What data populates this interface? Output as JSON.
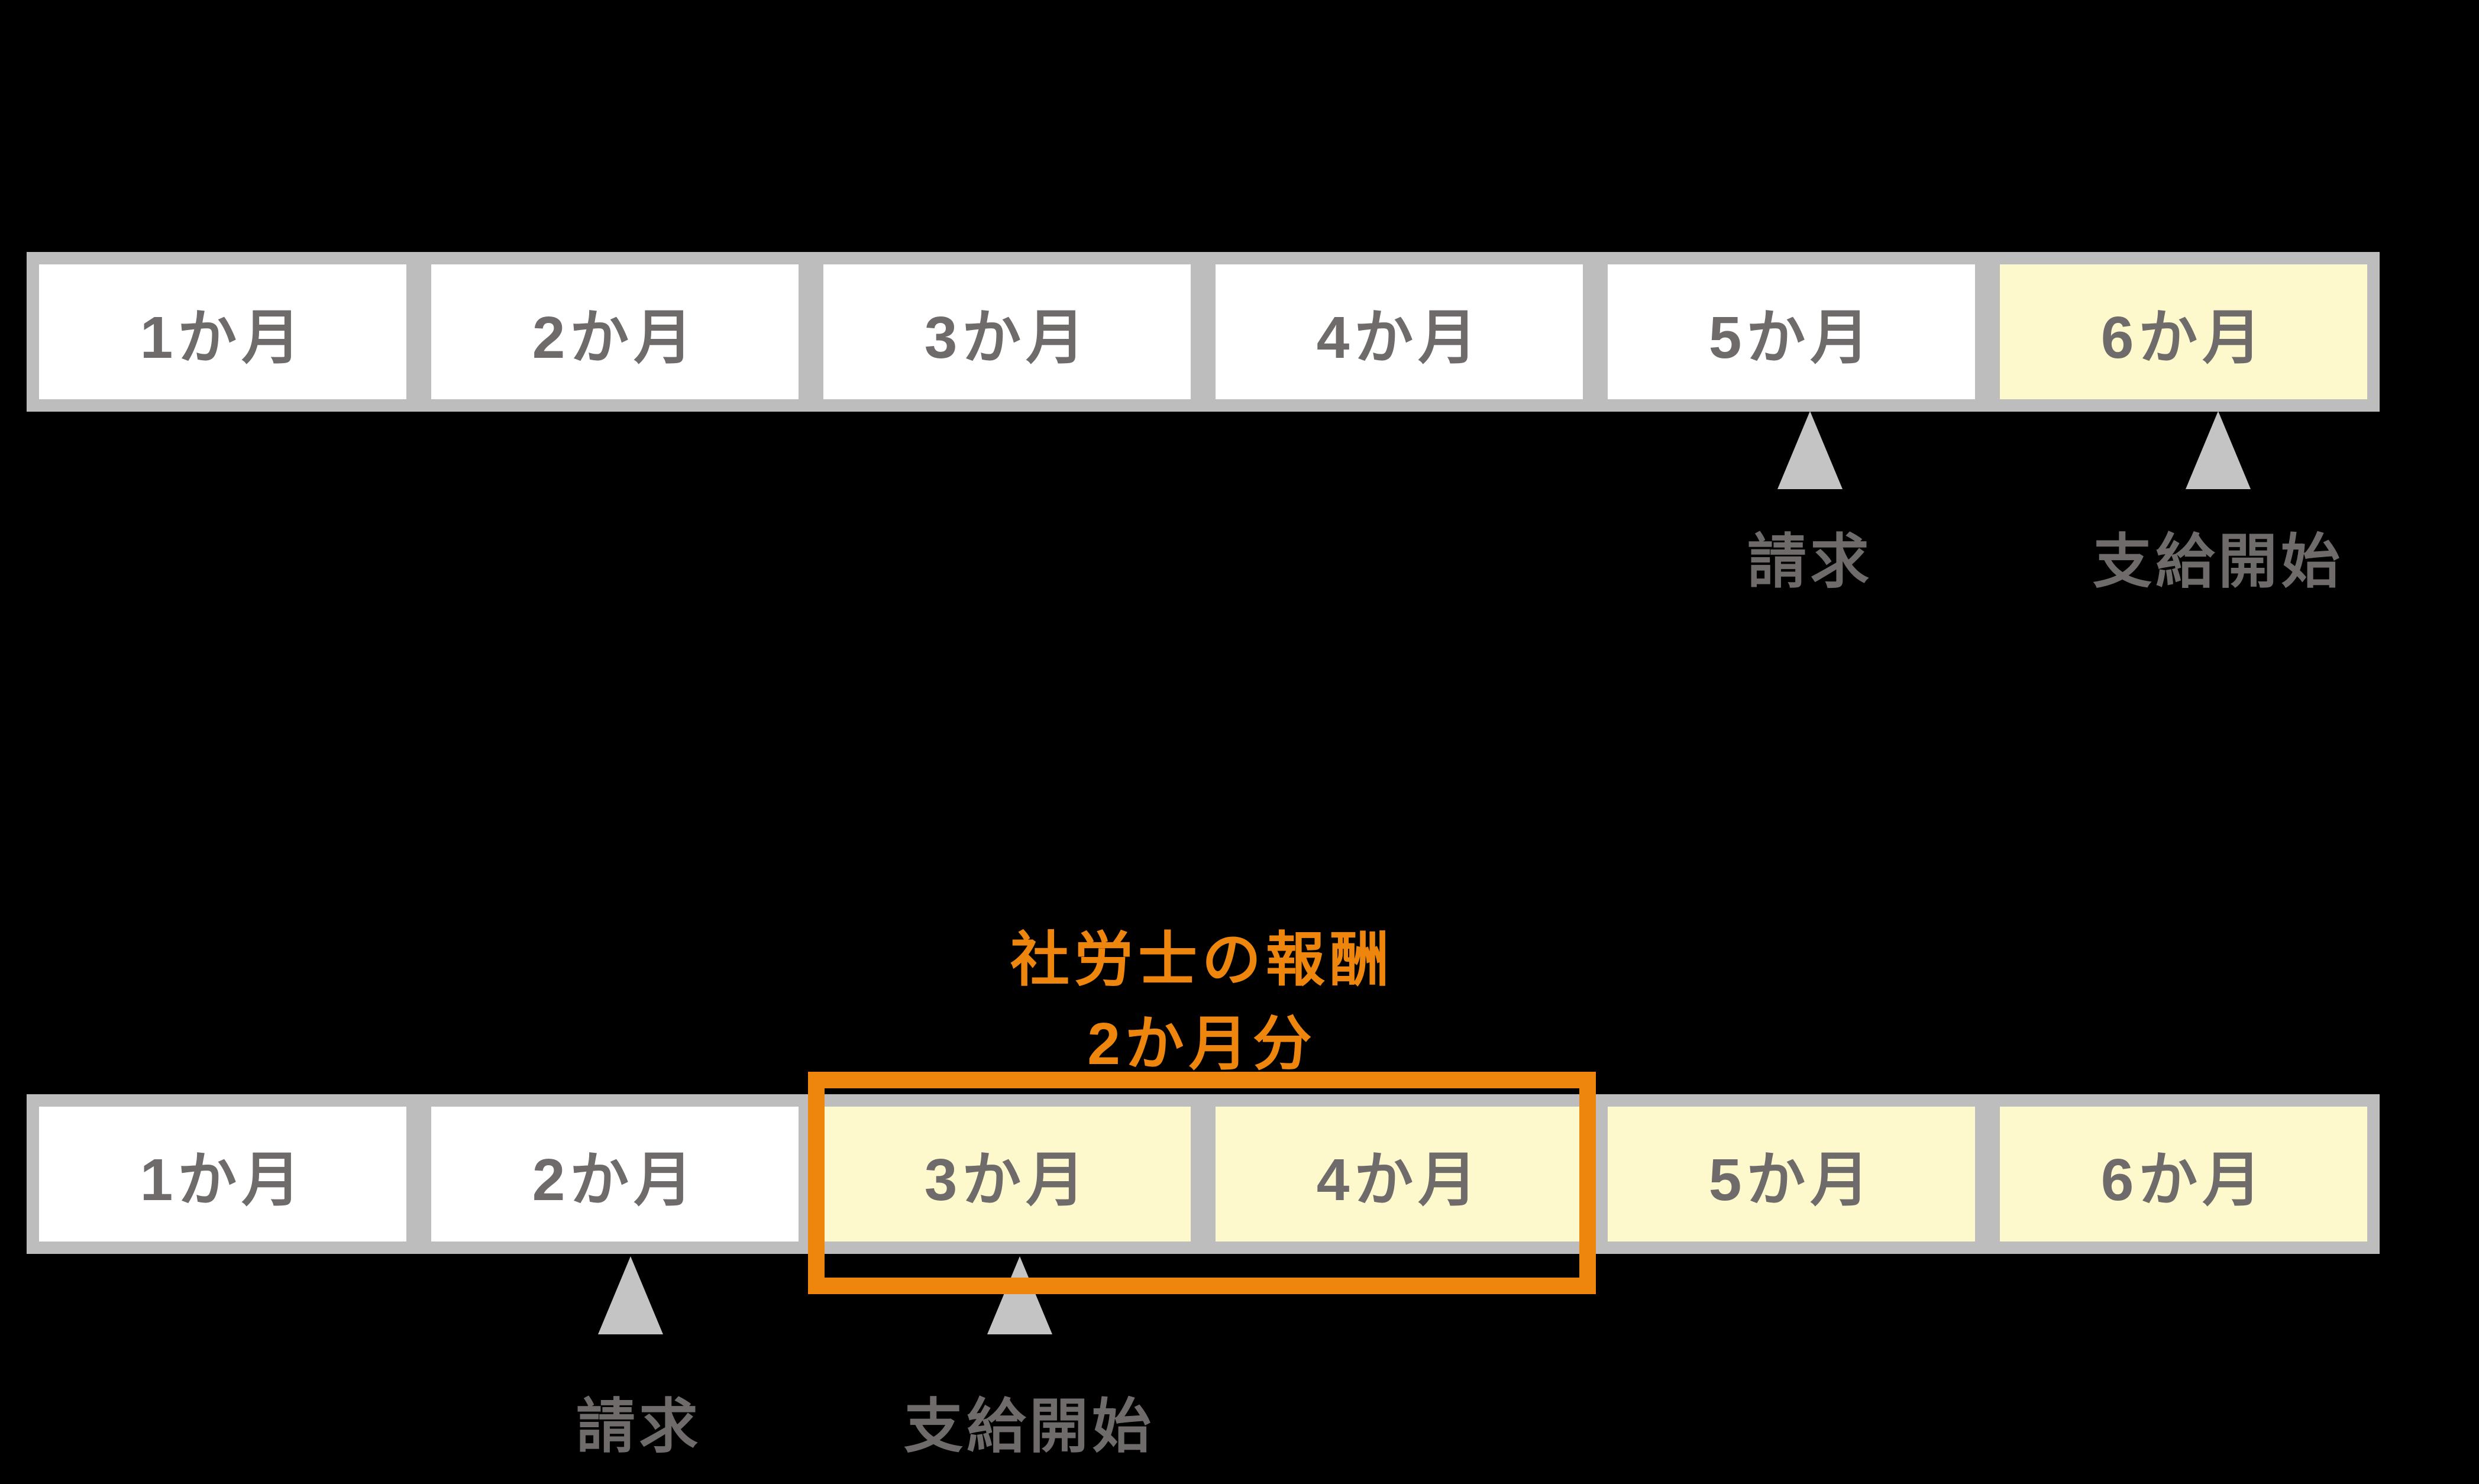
{
  "palette": {
    "bg": "#000000",
    "box_border": "#bdbdbd",
    "box_fill": "#ffffff",
    "box_fill_highlight": "#fdf9cc",
    "box_text": "#6f6b6b",
    "triangle": "#c4c4c4",
    "marker_text": "#6f6b6b",
    "accent_orange": "#ee860e"
  },
  "top_timeline": {
    "cells": [
      {
        "label": "1か月",
        "highlighted": false
      },
      {
        "label": "2か月",
        "highlighted": false
      },
      {
        "label": "3か月",
        "highlighted": false
      },
      {
        "label": "4か月",
        "highlighted": false
      },
      {
        "label": "5か月",
        "highlighted": false
      },
      {
        "label": "6か月",
        "highlighted": true
      }
    ],
    "markers": [
      {
        "label": "請求"
      },
      {
        "label": "支給開始"
      }
    ]
  },
  "bottom_timeline": {
    "cells": [
      {
        "label": "1か月",
        "highlighted": false
      },
      {
        "label": "2か月",
        "highlighted": false
      },
      {
        "label": "3か月",
        "highlighted": true
      },
      {
        "label": "4か月",
        "highlighted": true
      },
      {
        "label": "5か月",
        "highlighted": true
      },
      {
        "label": "6か月",
        "highlighted": true
      }
    ],
    "markers": [
      {
        "label": "請求"
      },
      {
        "label": "支給開始"
      }
    ]
  },
  "annotation": {
    "line1": "社労士の報酬",
    "line2": "2か月分"
  }
}
